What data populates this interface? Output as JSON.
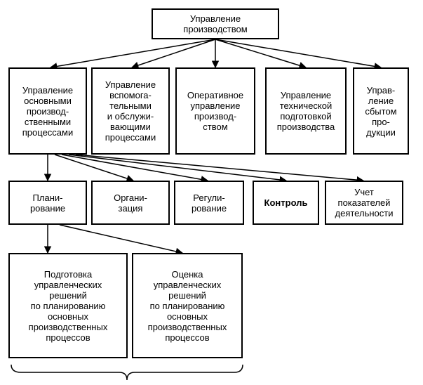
{
  "nodes": {
    "root": "Управление\nпроизводством",
    "l2_main": "Управление\nосновными\nпроизвод-\nственными\nпроцессами",
    "l2_aux": "Управление\nвспомога-\nтельными\nи обслужи-\nвающими\nпроцессами",
    "l2_oper": "Оперативное\nуправление\nпроизвод-\nством",
    "l2_tech": "Управление\nтехнической\nподготовкой\nпроизводства",
    "l2_sales": "Управ-\nление\nсбытом\nпро-\nдукции",
    "l3_plan": "Плани-\nрование",
    "l3_org": "Органи-\nзация",
    "l3_reg": "Регули-\nрование",
    "l3_ctrl": "Контроль",
    "l3_acct": "Учет\nпоказателей\nдеятельности",
    "l4_prep": "Подготовка\nуправленческих\nрешений\nпо планированию\nосновных\nпроизводственных\nпроцессов",
    "l4_eval": "Оценка\nуправленческих\nрешений\nпо планированию\nосновных\nпроизводственных\nпроцессов"
  }
}
